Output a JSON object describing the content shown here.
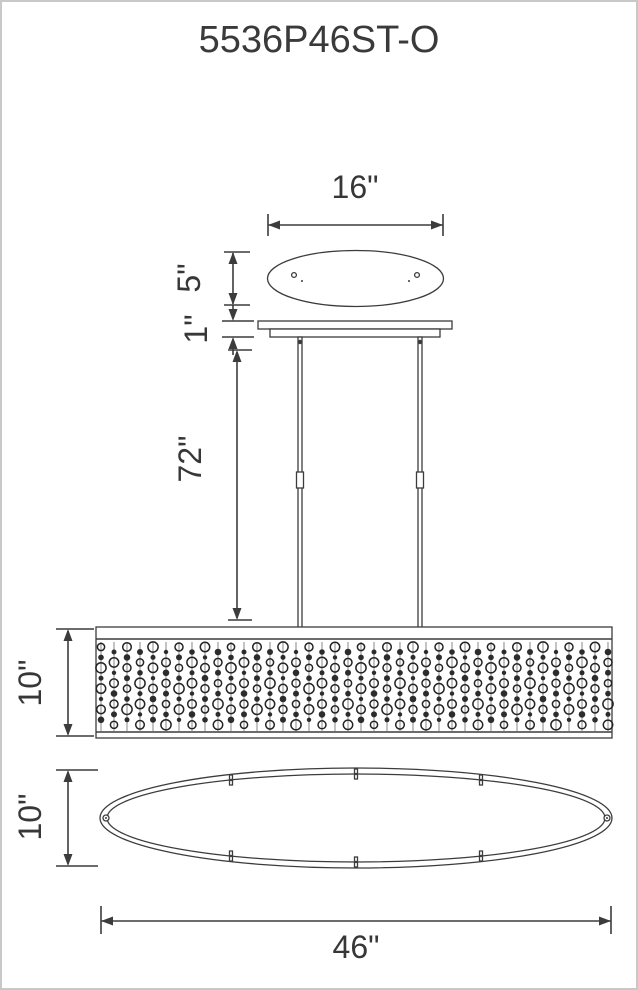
{
  "title": "5536P46ST-O",
  "dimensions": {
    "canopy_width": "16\"",
    "canopy_depth": "5\"",
    "canopy_thickness": "1\"",
    "rod_length": "72\"",
    "body_height": "10\"",
    "base_depth": "10\"",
    "fixture_width": "46\""
  },
  "colors": {
    "line": "#3c3c3c",
    "text": "#373737",
    "bead_dark": "#2c2c2c",
    "background": "#ffffff",
    "border": "#c8c8c8"
  }
}
